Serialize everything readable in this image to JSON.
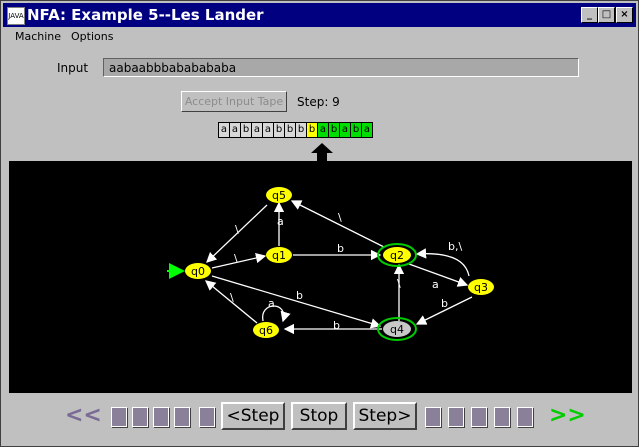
{
  "window": {
    "title": "NFA: Example 5--Les Lander",
    "icon_text": "JAVA",
    "minimize": "_",
    "maximize": "□",
    "close": "×"
  },
  "menu": [
    "Machine",
    "Options"
  ],
  "input": {
    "label": "Input",
    "value": "aabaabbbababababa"
  },
  "accept_button": "Accept Input Tape",
  "step_label": "Step: 9",
  "tape": {
    "cells": [
      "a",
      "a",
      "b",
      "a",
      "a",
      "b",
      "b",
      "b",
      "b",
      "a",
      "b",
      "a",
      "b",
      "a"
    ],
    "current_index": 8
  },
  "states": {
    "q0": "q0",
    "q1": "q1",
    "q2": "q2",
    "q3": "q3",
    "q4": "q4",
    "q5": "q5",
    "q6": "q6"
  },
  "edges": {
    "q5_q0": "\\",
    "q0_q1": "\\",
    "q1_q5": "a",
    "q2_q5": "\\",
    "q1_q2": "b",
    "q3_q2": "b,\\",
    "q2_q3": "a",
    "q3_q4": "b",
    "q0_q4": "b",
    "q4_q6": "b",
    "q6_q0": "\\",
    "q6_q6": "a",
    "q4_q2": "\\"
  },
  "colors": {
    "state": "#ffff00",
    "final_ring": "#00cc00",
    "start_arrow": "#00ff00",
    "rest_tape": "#00dd00",
    "history_block": "#8a809a"
  },
  "controls": {
    "rewind": "<<",
    "prev": "<Step",
    "stop": "Stop",
    "next": "Step>",
    "fast_forward": ">>"
  }
}
